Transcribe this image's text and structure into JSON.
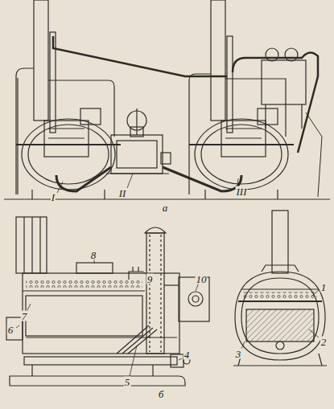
{
  "diagram": {
    "labels": [
      "I",
      "II",
      "III",
      "а",
      "8",
      "9",
      "10",
      "7",
      "6",
      "5",
      "4",
      "б",
      "1",
      "2",
      "3"
    ]
  }
}
